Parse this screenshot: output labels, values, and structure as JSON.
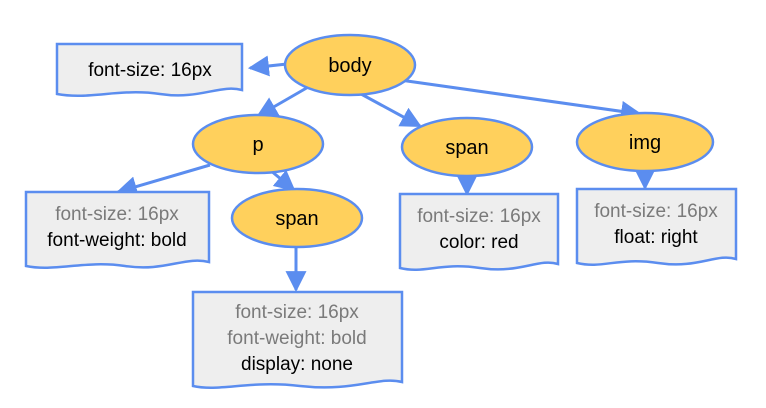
{
  "colors": {
    "node_fill": "#FFD05C",
    "node_stroke": "#5B8DEF",
    "box_fill": "#EEEEEE",
    "box_stroke": "#5B8DEF",
    "edge": "#5B8DEF",
    "inherited_text": "#7a7a7a",
    "own_text": "#000000"
  },
  "nodes": {
    "body": "body",
    "p": "p",
    "span_child": "span",
    "span": "span",
    "img": "img"
  },
  "boxes": {
    "body": {
      "lines": [
        "font-size: 16px"
      ]
    },
    "p": {
      "lines": [
        "font-size: 16px",
        "font-weight: bold"
      ]
    },
    "span_child": {
      "lines": [
        "font-size: 16px",
        "font-weight: bold",
        "display: none"
      ]
    },
    "span": {
      "lines": [
        "font-size: 16px",
        "color: red"
      ]
    },
    "img": {
      "lines": [
        "font-size: 16px",
        "float: right"
      ]
    }
  }
}
